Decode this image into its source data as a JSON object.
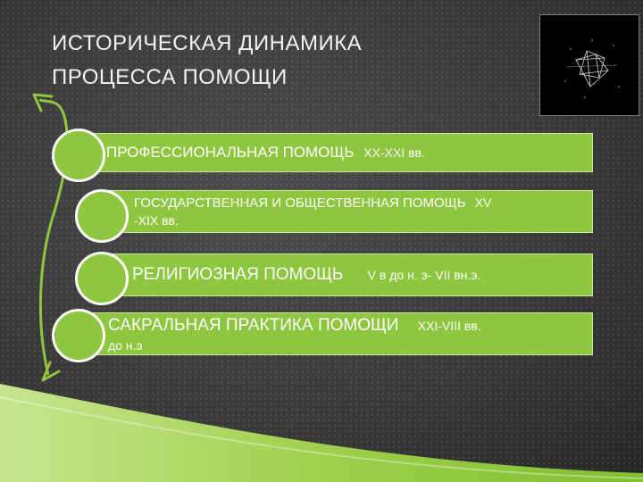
{
  "title": {
    "line1": "ИСТОРИЧЕСКАЯ ДИНАМИКА",
    "line2": "ПРОЦЕССА ПОМОЩИ"
  },
  "items": [
    {
      "main": "ПРОФЕССИОНАЛЬНАЯ ПОМОЩЬ",
      "period": "XX-XXI  вв."
    },
    {
      "main": "ГОСУДАРСТВЕННАЯ И ОБЩЕСТВЕННАЯ ПОМОЩЬ",
      "period": "XV",
      "line2": "-XIX вв."
    },
    {
      "main": "РЕЛИГИОЗНАЯ  ПОМОЩЬ",
      "period": "V в до н. э- VII  вн.э."
    },
    {
      "main": "САКРАЛЬНАЯ ПРАКТИКА ПОМОЩИ",
      "period": "XXI-VIII вв.",
      "line2": "до н.э"
    }
  ],
  "colors": {
    "accent": "#8ec63f",
    "arrow": "#8ec63f",
    "background": "#3a3a3a"
  },
  "icons": {
    "thumbnail": "wireframe-polyhedron-icon",
    "arrow_up": "arrow-up-left-icon",
    "arrow_down": "arrow-down-left-icon"
  }
}
